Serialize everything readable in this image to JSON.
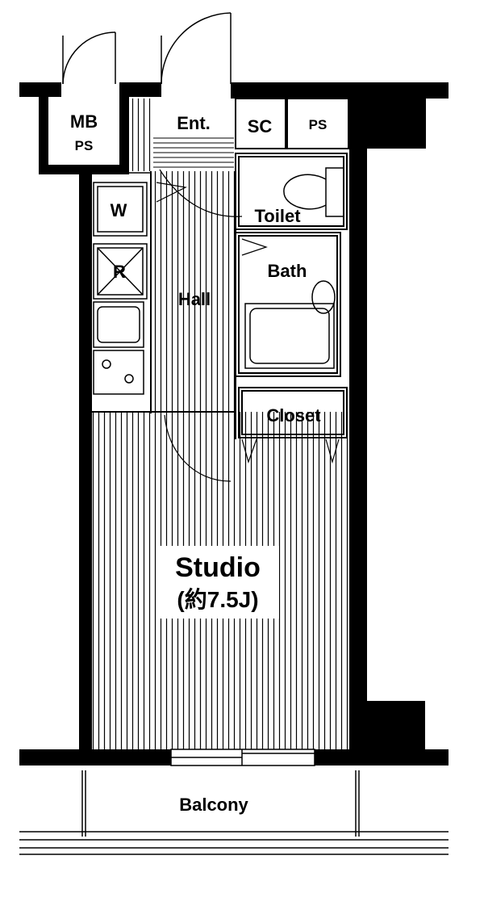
{
  "rooms": {
    "mb": "MB",
    "mb_ps": "PS",
    "entrance": "Ent.",
    "sc": "SC",
    "ps": "PS",
    "washer": "W",
    "fridge": "R",
    "toilet": "Toilet",
    "bath": "Bath",
    "hall": "Hall",
    "closet": "Closet",
    "studio": "Studio",
    "studio_size": "(約7.5J)",
    "balcony": "Balcony"
  }
}
